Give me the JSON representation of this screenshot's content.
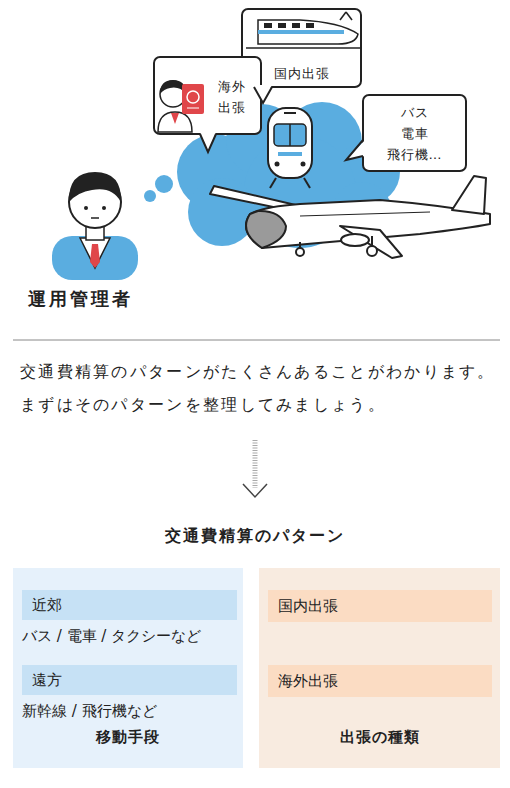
{
  "diagram": {
    "title": "交通費精算のパターン",
    "nodes": [
      {
        "text": [
          "国内出張"
        ]
      },
      {
        "text": [
          "海外 出張"
        ]
      },
      {
        "text": [
          "バス 電車 飛行機…"
        ]
      },
      {
        "text": [
          "移動手段"
        ]
      },
      {
        "text": [
          "近郊",
          "バス / 電車 / タクシーなど"
        ],
        "in": 3
      },
      {
        "text": [
          "遠方",
          "新幹線 / 飛行機など"
        ],
        "in": 3
      },
      {
        "text": [
          "出張の種類"
        ]
      },
      {
        "text": [
          "国内出張"
        ],
        "in": 6
      },
      {
        "text": [
          "海外出張"
        ],
        "in": 6
      }
    ],
    "labels": [
      "運用管理者",
      "交通費精算のパターンがたくさんあることがわかります。",
      "まずはそのパターンを整理してみましょう。"
    ]
  }
}
